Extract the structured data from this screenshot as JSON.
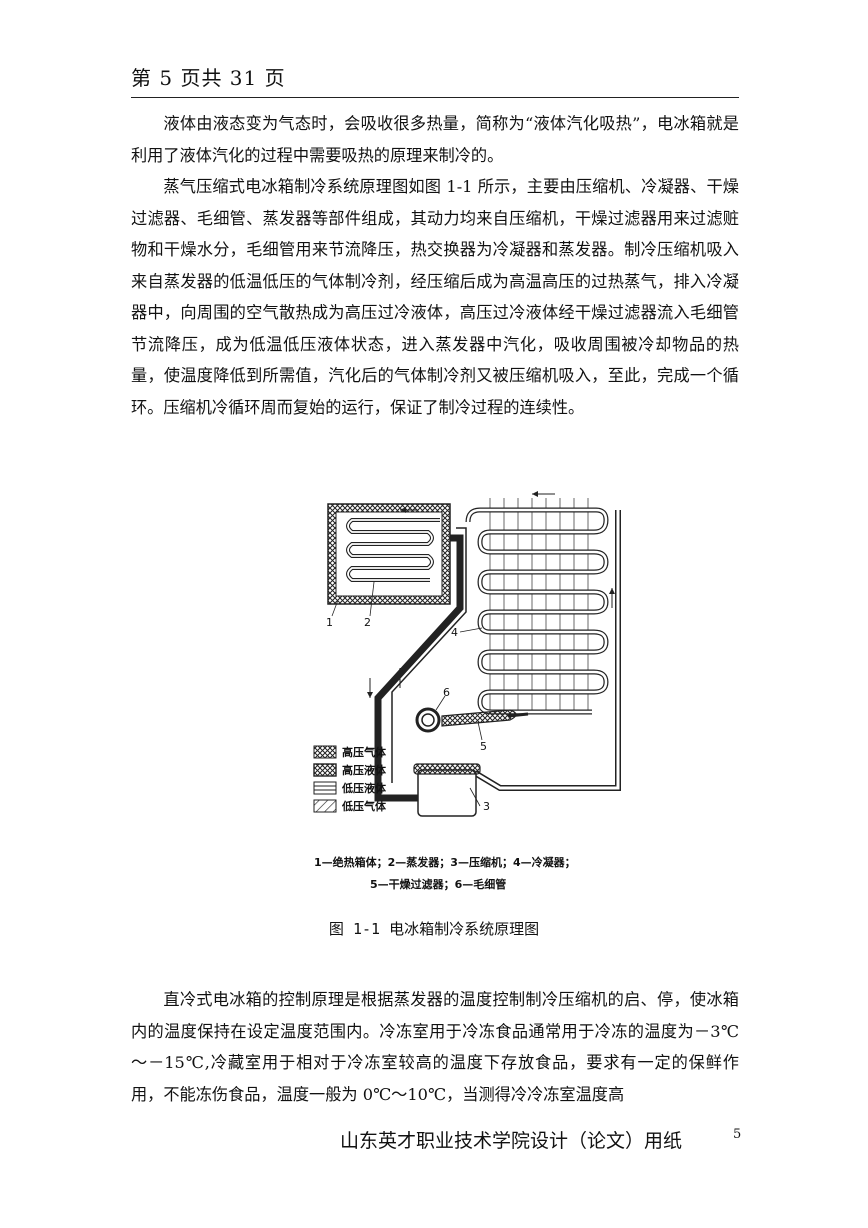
{
  "header": {
    "page_indicator": "第 5 页共 31 页"
  },
  "paragraphs_top": [
    "液体由液态变为气态时，会吸收很多热量，简称为“液体汽化吸热”，电冰箱就是利用了液体汽化的过程中需要吸热的原理来制冷的。",
    "蒸气压缩式电冰箱制冷系统原理图如图 1-1 所示，主要由压缩机、冷凝器、干燥过滤器、毛细管、蒸发器等部件组成，其动力均来自压缩机，干燥过滤器用来过滤赃物和干燥水分，毛细管用来节流降压，热交换器为冷凝器和蒸发器。制冷压缩机吸入来自蒸发器的低温低压的气体制冷剂，经压缩后成为高温高压的过热蒸气，排入冷凝器中，向周围的空气散热成为高压过冷液体，高压过冷液体经干燥过滤器流入毛细管节流降压，成为低温低压液体状态，进入蒸发器中汽化，吸收周围被冷却物品的热量，使温度降低到所需值，汽化后的气体制冷剂又被压缩机吸入，至此，完成一个循环。压缩机冷循环周而复始的运行，保证了制冷过程的连续性。"
  ],
  "figure": {
    "callouts": [
      "1",
      "2",
      "3",
      "4",
      "5",
      "6"
    ],
    "legend": [
      "高压气体",
      "高压液体",
      "低压液体",
      "低压气体"
    ],
    "parts_line1": "1—绝热箱体；2—蒸发器；3—压缩机；4—冷凝器；",
    "parts_line2": "5—干燥过滤器；6—毛细管",
    "caption": "图 1-1  电冰箱制冷系统原理图"
  },
  "paragraphs_bottom": [
    "直冷式电冰箱的控制原理是根据蒸发器的温度控制制冷压缩机的启、停，使冰箱内的温度保持在设定温度范围内。冷冻室用于冷冻食品通常用于冷冻的温度为－3℃～－15℃,冷藏室用于相对于冷冻室较高的温度下存放食品，要求有一定的保鲜作用，不能冻伤食品，温度一般为 0℃～10℃，当测得冷冷冻室温度高"
  ],
  "footer": {
    "school_paper": "山东英才职业技术学院设计（论文）用纸",
    "page_number": "5"
  }
}
